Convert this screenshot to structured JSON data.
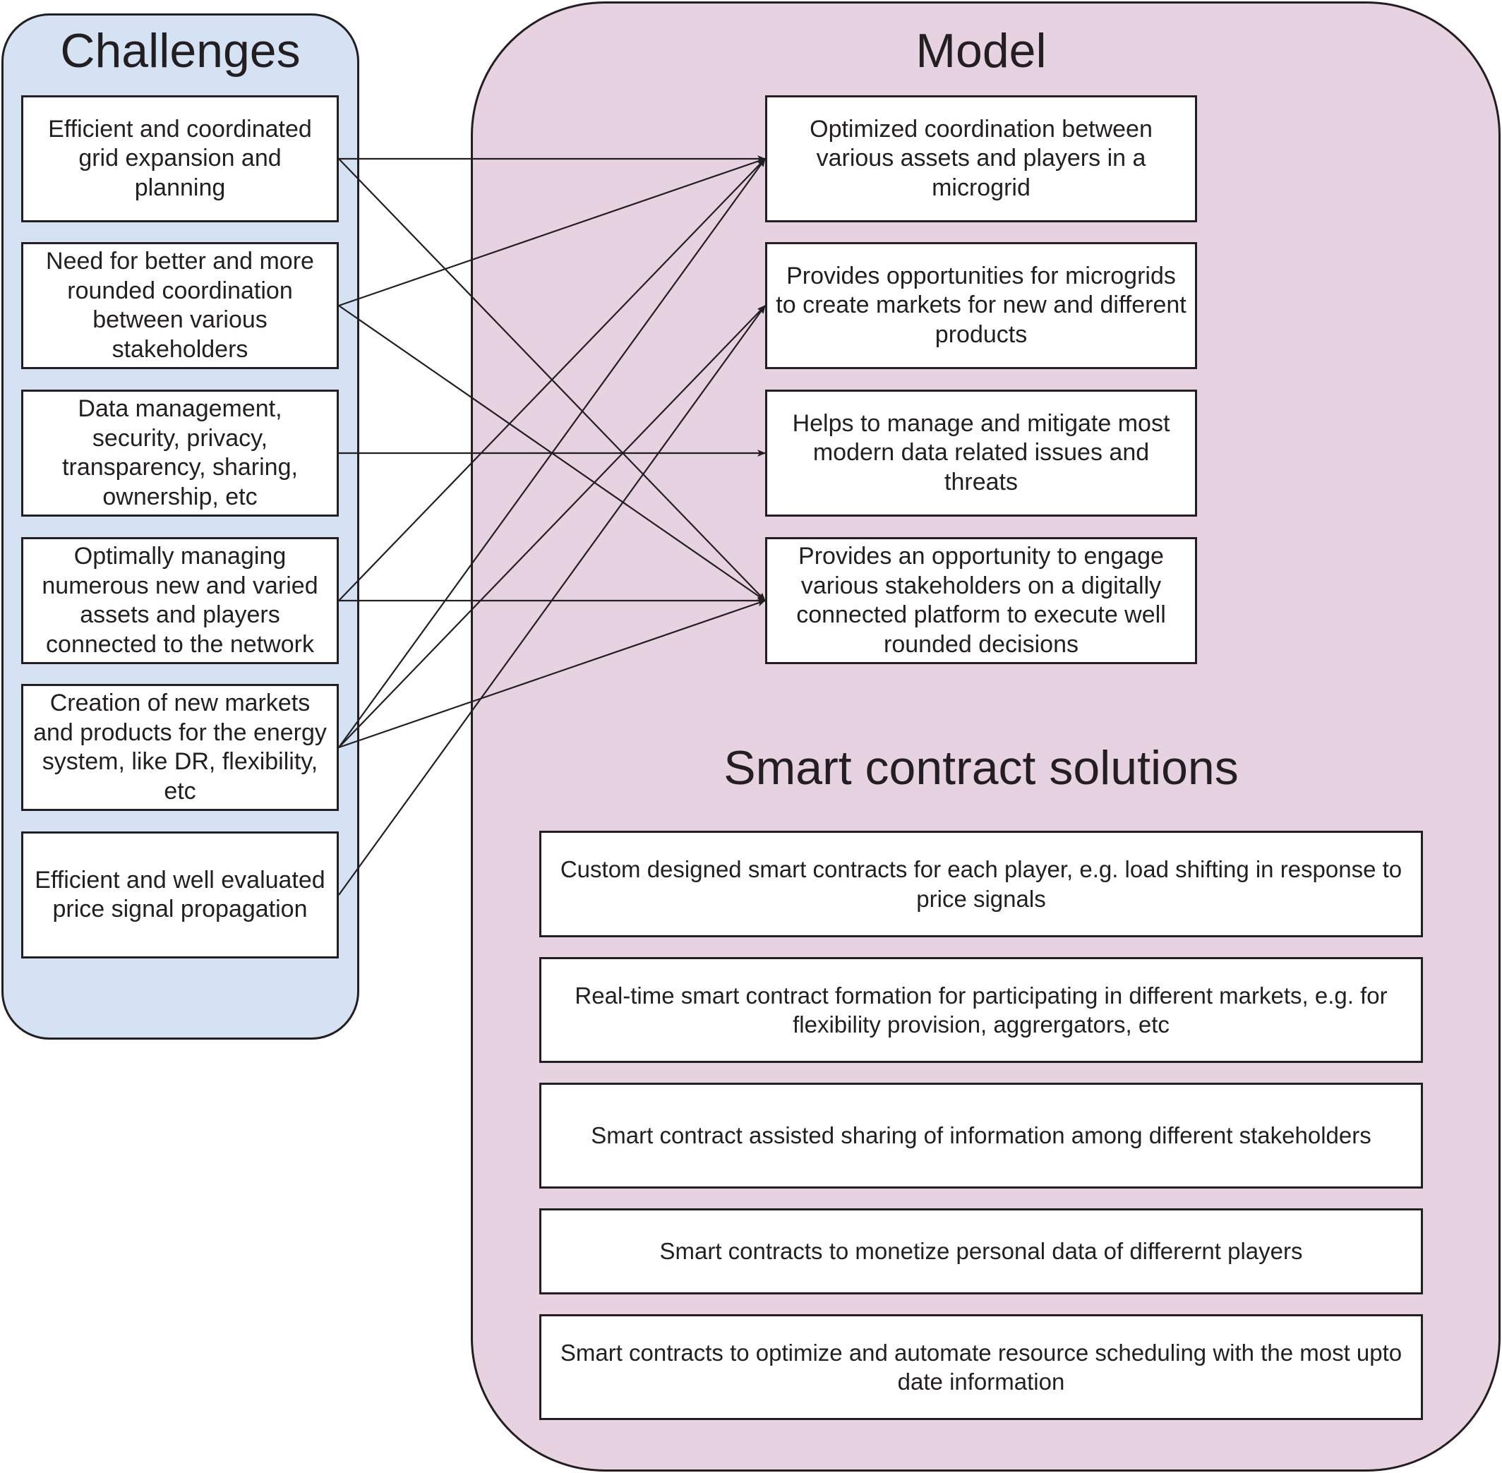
{
  "challenges": {
    "title": "Challenges",
    "items": [
      "Efficient and coordinated grid expansion and planning",
      "Need for better and more rounded coordination between various stakeholders",
      "Data management, security, privacy, transparency, sharing, ownership, etc",
      "Optimally managing numerous new and varied assets and players connected to the network",
      "Creation of new markets and products for the energy system, like DR, flexibility, etc",
      "Efficient and well evaluated price signal propagation"
    ]
  },
  "model": {
    "title": "Model",
    "items": [
      "Optimized coordination between various assets and players in a microgrid",
      "Provides opportunities for microgrids to create markets for new and different products",
      "Helps to manage and mitigate most modern data related issues and threats",
      "Provides an opportunity to engage various stakeholders on a digitally connected platform to execute well rounded decisions"
    ]
  },
  "solutions": {
    "title": "Smart contract solutions",
    "items": [
      "Custom designed smart contracts for each player, e.g. load shifting in response to price signals",
      "Real-time smart contract formation for participating in different markets, e.g. for flexibility provision, aggrergators, etc",
      "Smart contract assisted sharing of information among different stakeholders",
      "Smart contracts to monetize personal data of differernt players",
      "Smart contracts to optimize and automate resource scheduling with the most upto date information"
    ]
  },
  "connections": [
    {
      "from": 0,
      "to": 0
    },
    {
      "from": 0,
      "to": 3
    },
    {
      "from": 1,
      "to": 0
    },
    {
      "from": 1,
      "to": 3
    },
    {
      "from": 2,
      "to": 2
    },
    {
      "from": 3,
      "to": 0
    },
    {
      "from": 3,
      "to": 3
    },
    {
      "from": 4,
      "to": 0
    },
    {
      "from": 4,
      "to": 1
    },
    {
      "from": 4,
      "to": 3
    },
    {
      "from": 5,
      "to": 1
    }
  ],
  "colors": {
    "challenges_panel": "#d4e2f3",
    "model_panel": "#e6d2e1",
    "line": "#231f20"
  }
}
